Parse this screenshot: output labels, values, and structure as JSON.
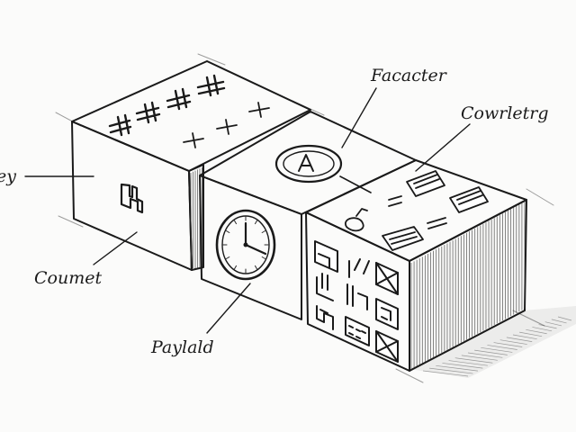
{
  "labels": {
    "left_edge": "ey",
    "top_middle": "Facacter",
    "top_right": "Cowrletrg",
    "left_bottom": "Coumet",
    "bottom_middle": "Paylald"
  },
  "icons": {
    "left_cube_front": "glyph-icon",
    "middle_cube_front": "clock-icon",
    "middle_cube_top": "letter-a-badge-icon",
    "right_cube_front": "symbol-grid-icon"
  },
  "colors": {
    "ink": "#1a1a1a",
    "paper": "#fbfbfa"
  }
}
